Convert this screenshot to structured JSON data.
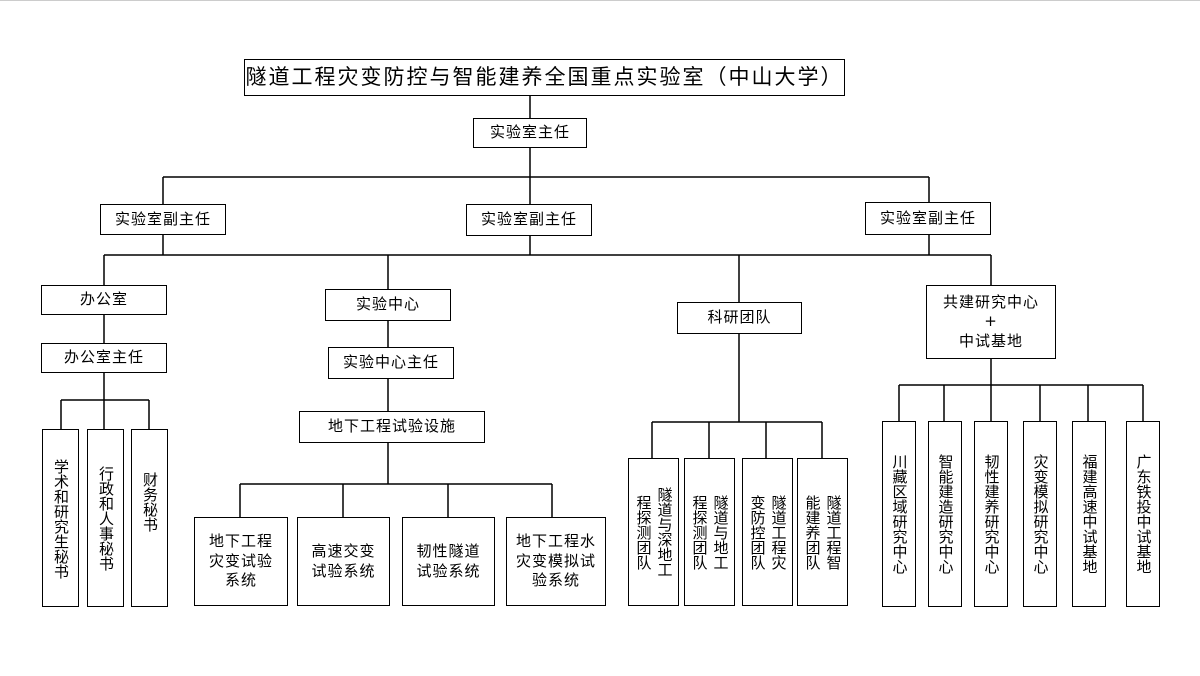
{
  "title": "隧道工程灾变防控与智能建养全国重点实验室（中山大学）",
  "director": "实验室主任",
  "deputies": [
    "实验室副主任",
    "实验室副主任",
    "实验室副主任"
  ],
  "office": {
    "name": "办公室",
    "head": "办公室主任",
    "staff": [
      "学术和研究生秘书",
      "行政和人事秘书",
      "财务秘书"
    ]
  },
  "lab_center": {
    "name": "实验中心",
    "head": "实验中心主任",
    "facilities": "地下工程试验设施",
    "systems": [
      "地下工程\n灾变试验\n系统",
      "高速交变\n试验系统",
      "韧性隧道\n试验系统",
      "地下工程水\n灾变模拟试\n验系统"
    ]
  },
  "research": {
    "name": "科研团队",
    "teams": [
      "隧道与深地工程探测团队",
      "隧道与地工程探测团队",
      "隧道工程灾变防控团队",
      "隧道工程智能建养团队"
    ]
  },
  "cobuild": {
    "name": "共建研究中心\n+\n中试基地",
    "centers": [
      "川藏区域研究中心",
      "智能建造研究中心",
      "韧性建养研究中心",
      "灾变模拟研究中心",
      "福建高速中试基地",
      "广东铁投中试基地"
    ]
  }
}
